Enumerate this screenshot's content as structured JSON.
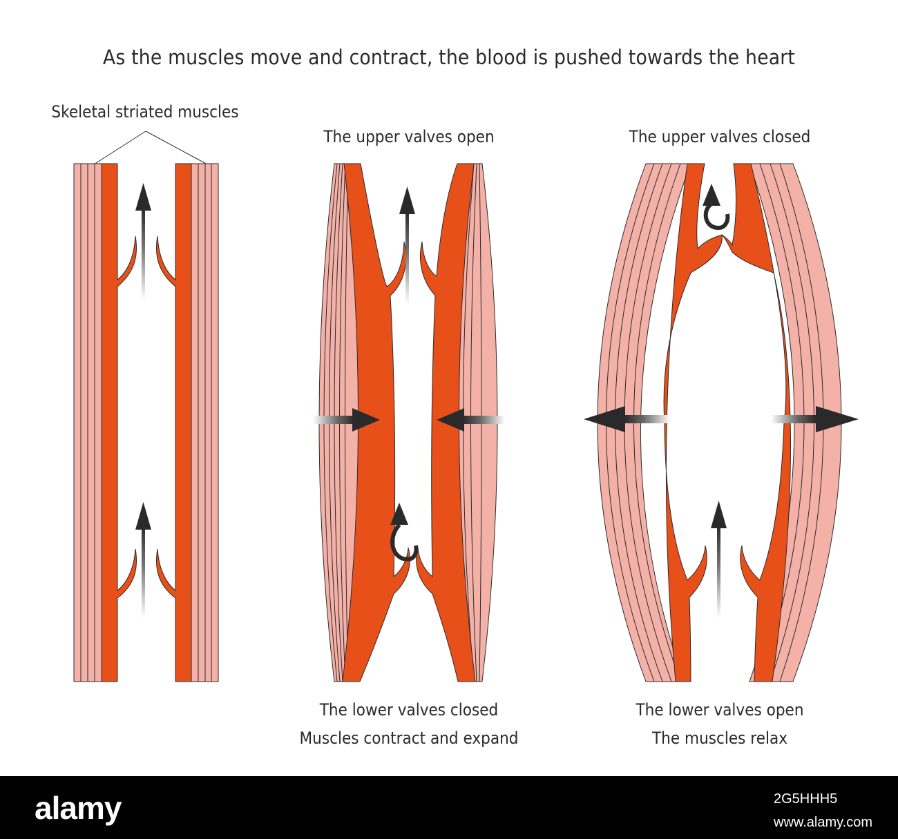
{
  "title": "As the muscles move and contract, the blood is pushed towards the heart",
  "labels": {
    "muscles": "Skeletal striated muscles",
    "middle_top": "The upper valves open",
    "right_top": "The upper valves closed",
    "middle_bottom": [
      "The lower valves closed",
      "Muscles contract and expand"
    ],
    "right_bottom": [
      "The lower valves open",
      "The muscles relax"
    ]
  },
  "colors": {
    "vein": "#e8501a",
    "muscle": "#f4b1a8",
    "outline": "#2a2a2a",
    "arrow": "#2a2a2a"
  },
  "footer": {
    "logo": "alamy",
    "image_id": "2G5HHH5",
    "site": "www.alamy.com"
  }
}
